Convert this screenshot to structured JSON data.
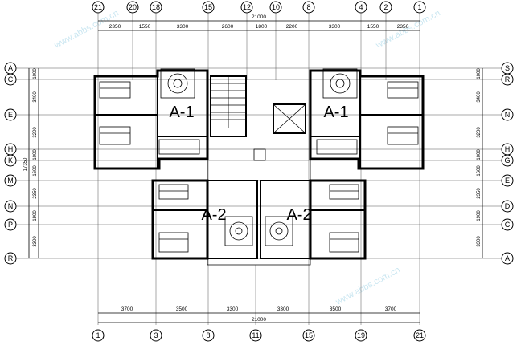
{
  "plan": {
    "units": [
      "A-1",
      "A-1",
      "A-2",
      "A-2"
    ],
    "top_dimensions": [
      "2350",
      "1550",
      "3300",
      "2600",
      "1800",
      "2200",
      "3300",
      "1550",
      "2350"
    ],
    "top_total": "21000",
    "bottom_dimensions": [
      "3700",
      "3500",
      "3300",
      "3300",
      "3500",
      "3700"
    ],
    "bottom_total": "21000",
    "left_dimensions": [
      "1000",
      "3400",
      "3200",
      "1000",
      "1600",
      "2350",
      "1900",
      "3300"
    ],
    "left_extra": "17350",
    "right_dimensions": [
      "1000",
      "3400",
      "3200",
      "1000",
      "1600",
      "2350",
      "1900",
      "3300"
    ],
    "top_axes": [
      "21",
      "20",
      "18",
      "15",
      "12",
      "10",
      "8",
      "4",
      "2",
      "1"
    ],
    "bottom_axes": [
      "1",
      "3",
      "8",
      "11",
      "15",
      "19",
      "21"
    ],
    "left_axes": [
      "A",
      "C",
      "E",
      "H",
      "K",
      "M",
      "N",
      "P",
      "R"
    ],
    "right_axes": [
      "S",
      "R",
      "N",
      "H",
      "G",
      "E",
      "D",
      "C",
      "A"
    ],
    "watermark": "www.abbs.com.cn"
  }
}
